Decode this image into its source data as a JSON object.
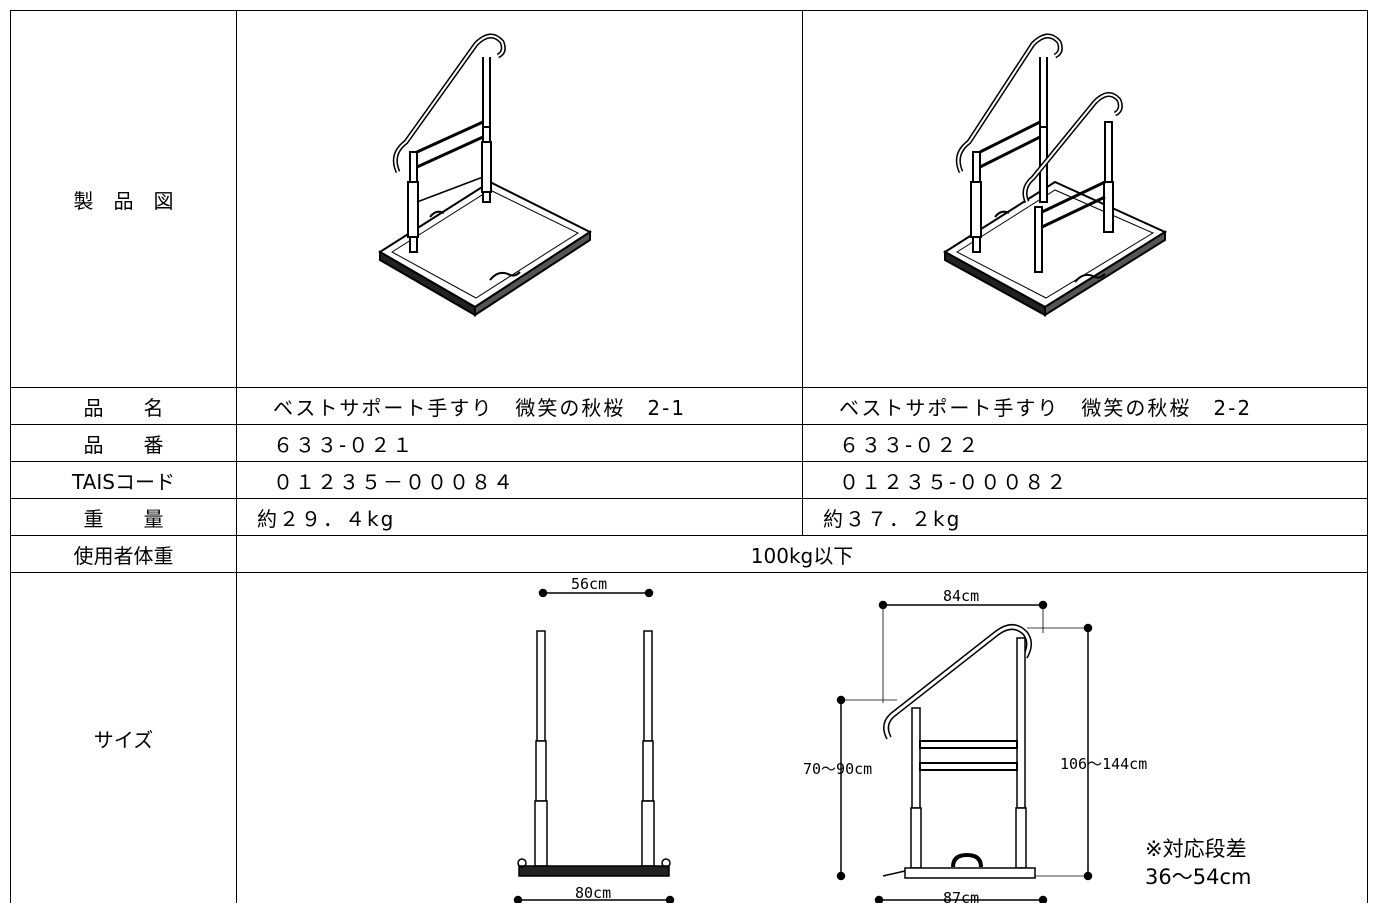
{
  "labels": {
    "figure": "製　品　図",
    "name": "品　　名",
    "number": "品　　番",
    "tais": "TAISコード",
    "weight": "重　　量",
    "user_weight": "使用者体重",
    "size": "サイズ"
  },
  "products": [
    {
      "name": "ベストサポート手すり　微笑の秋桜　2-1",
      "number": "６３３-０２１",
      "tais": "０１２３５－０００８４",
      "weight": "約２９．４kg"
    },
    {
      "name": "ベストサポート手すり　微笑の秋桜　2-2",
      "number": "６３３-０２２",
      "tais": "０１２３５-０００８２",
      "weight": "約３７．２kg"
    }
  ],
  "user_weight_value": "100kg以下",
  "dimensions": {
    "front_width_top": "56cm",
    "front_width_base": "80cm",
    "side_width_top": "84cm",
    "side_height_low": "70～90cm",
    "side_height_high": "106～144cm",
    "side_width_base": "87cm"
  },
  "note": {
    "line1": "※対応段差",
    "line2": "36～54cm"
  }
}
